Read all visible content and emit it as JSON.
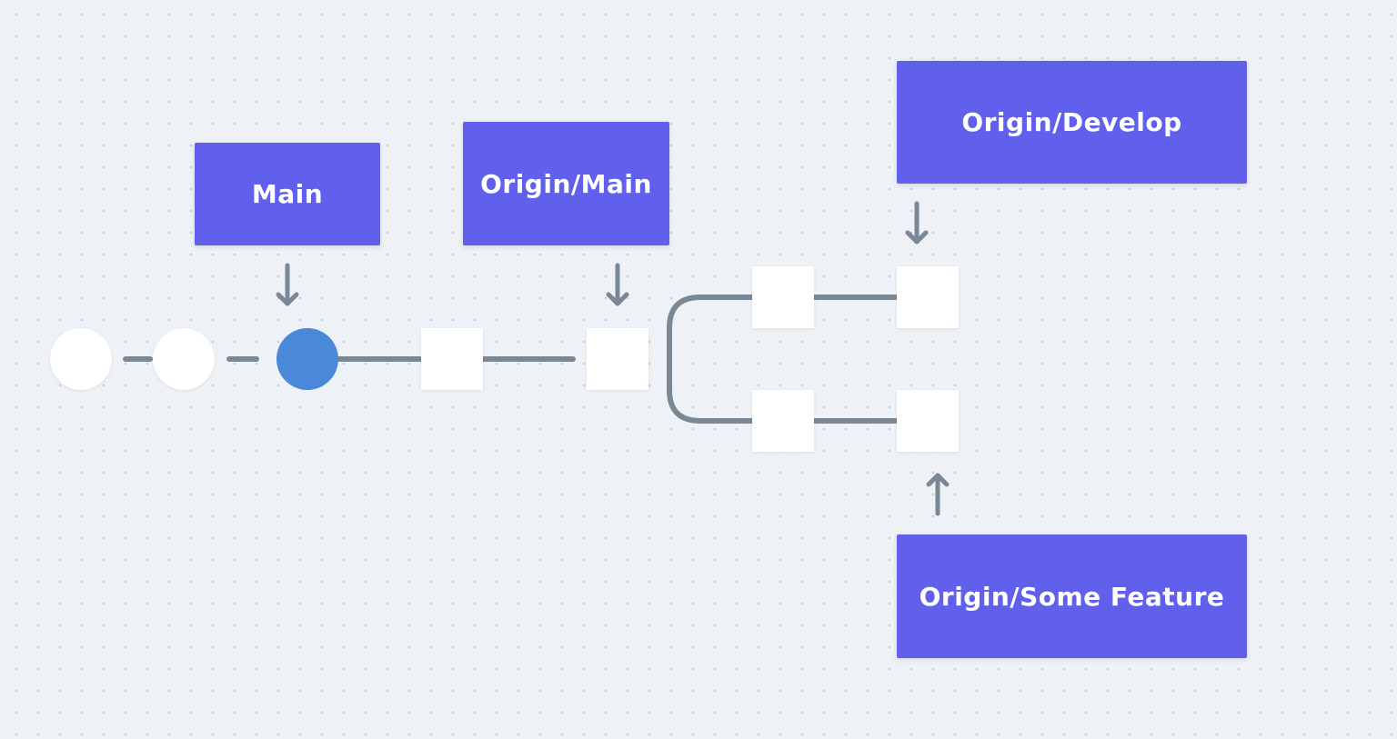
{
  "colors": {
    "label_fill": "#6060ec",
    "label_text": "#ffffff",
    "connector": "#7a8795",
    "node_fill": "#ffffff",
    "current_commit": "#4a88d9",
    "background": "#eef1f5"
  },
  "labels": {
    "main": "Main",
    "origin_main": "Origin/Main",
    "origin_develop": "Origin/Develop",
    "origin_some_feature": "Origin/Some Feature"
  },
  "commits": [
    {
      "id": "commit-1",
      "shape": "circle",
      "state": "past"
    },
    {
      "id": "commit-2",
      "shape": "circle",
      "state": "past"
    },
    {
      "id": "commit-3",
      "shape": "circle",
      "state": "current"
    },
    {
      "id": "commit-4",
      "shape": "square",
      "state": "remote"
    },
    {
      "id": "commit-5",
      "shape": "square",
      "state": "remote"
    },
    {
      "id": "develop-commit-1",
      "shape": "square",
      "state": "remote"
    },
    {
      "id": "develop-commit-2",
      "shape": "square",
      "state": "remote"
    },
    {
      "id": "feature-commit-1",
      "shape": "square",
      "state": "remote"
    },
    {
      "id": "feature-commit-2",
      "shape": "square",
      "state": "remote"
    }
  ]
}
